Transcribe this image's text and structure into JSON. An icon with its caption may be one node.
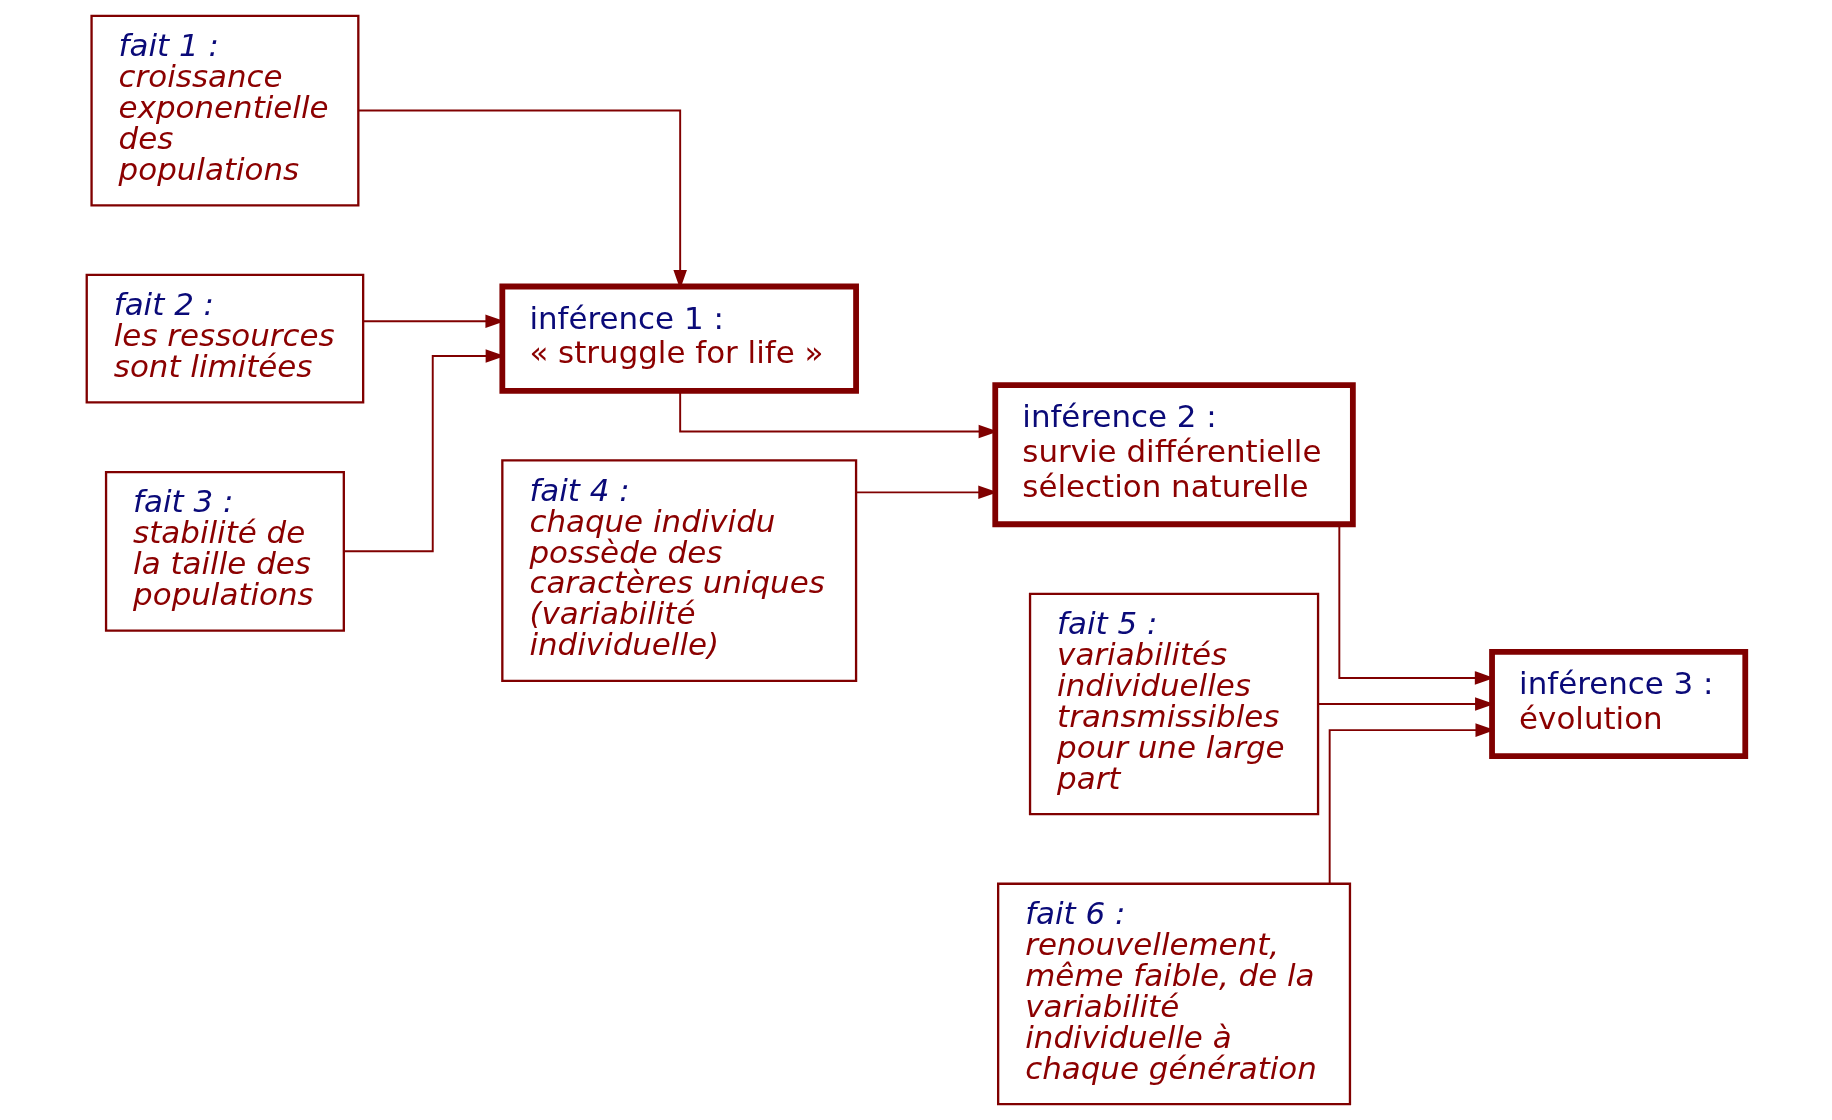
{
  "diagram": {
    "nodes": [
      {
        "text": [
          "fait 1 :",
          "croissance exponentielle des populations"
        ]
      },
      {
        "text": [
          "fait 2 :",
          "les ressources sont limitées"
        ]
      },
      {
        "text": [
          "fait 3 :",
          "stabilité de la taille des populations"
        ]
      },
      {
        "text": [
          "inférence 1 :",
          "« struggle for life »"
        ]
      },
      {
        "text": [
          "fait 4 :",
          "chaque individu possède des caractères uniques (variabilité individuelle)"
        ]
      },
      {
        "text": [
          "fait 5 :",
          "variabilités individuelles transmissibles pour une large part"
        ]
      },
      {
        "text": [
          "inférence 2 :",
          "survie différentielle sélection naturelle"
        ]
      },
      {
        "text": [
          "fait 6 :",
          "renouvellement, même faible, de la variabilité individuelle à chaque génération"
        ]
      },
      {
        "text": [
          "inférence 3 :",
          "évolution"
        ]
      }
    ],
    "edges": [
      {
        "from": 0,
        "to": 3,
        "arrow": "to"
      },
      {
        "from": 1,
        "to": 3,
        "arrow": "to"
      },
      {
        "from": 2,
        "to": 3,
        "arrow": "to"
      },
      {
        "from": 3,
        "to": 6,
        "arrow": "to"
      },
      {
        "from": 4,
        "to": 6,
        "arrow": "to"
      },
      {
        "from": 5,
        "to": 8,
        "arrow": "to"
      },
      {
        "from": 6,
        "to": 8,
        "arrow": "to"
      },
      {
        "from": 7,
        "to": 8,
        "arrow": "to"
      }
    ]
  }
}
